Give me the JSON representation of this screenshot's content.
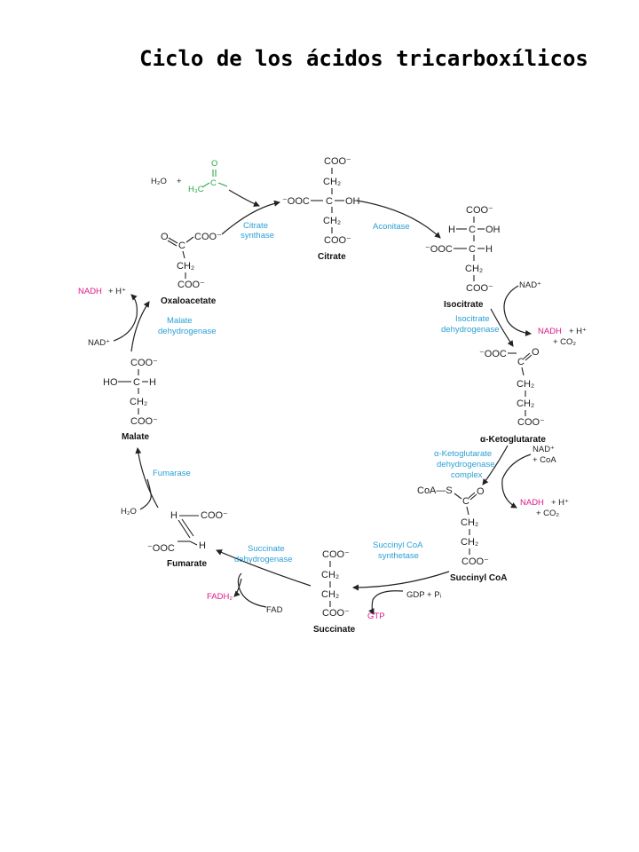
{
  "title": "Ciclo de los ácidos tricarboxílicos",
  "colors": {
    "enzyme": "#2a9fd6",
    "product": "#e0188a",
    "acetyl": "#2ea84a"
  },
  "acetyl": {
    "h2o": "H₂O",
    "plus": "+",
    "o": "O",
    "h3c": "H₃C",
    "c": "C"
  },
  "citrate": {
    "name": "Citrate",
    "top": "COO⁻",
    "ch2a": "CH₂",
    "left": "⁻OOC",
    "c": "C",
    "oh": "OH",
    "ch2b": "CH₂",
    "bottom": "COO⁻"
  },
  "isocitrate": {
    "name": "Isocitrate",
    "top": "COO⁻",
    "h": "H",
    "c1": "C",
    "oh": "OH",
    "left": "⁻OOC",
    "c2": "C",
    "h2": "H",
    "ch2": "CH₂",
    "bottom": "COO⁻"
  },
  "akg": {
    "name": "α-Ketoglutarate",
    "left": "⁻OOC",
    "c": "C",
    "o": "O",
    "ch2a": "CH₂",
    "ch2b": "CH₂",
    "bottom": "COO⁻"
  },
  "succinylcoa": {
    "name": "Succinyl CoA",
    "coa": "CoA—S",
    "c": "C",
    "o": "O",
    "ch2a": "CH₂",
    "ch2b": "CH₂",
    "bottom": "COO⁻"
  },
  "succinate": {
    "name": "Succinate",
    "top": "COO⁻",
    "ch2a": "CH₂",
    "ch2b": "CH₂",
    "bottom": "COO⁻"
  },
  "fumarate": {
    "name": "Fumarate",
    "h1": "H",
    "coo": "COO⁻",
    "ooc": "⁻OOC",
    "h2": "H"
  },
  "malate": {
    "name": "Malate",
    "top": "COO⁻",
    "ho": "HO",
    "c": "C",
    "h": "H",
    "ch2": "CH₂",
    "bottom": "COO⁻"
  },
  "oxaloacetate": {
    "name": "Oxaloacetate",
    "o": "O",
    "c": "C",
    "coo": "COO⁻",
    "ch2": "CH₂",
    "bottom": "COO⁻"
  },
  "enzymes": {
    "citrate_synthase": [
      "Citrate",
      "synthase"
    ],
    "aconitase": "Aconitase",
    "icdh": [
      "Isocitrate",
      "dehydrogenase"
    ],
    "akgdh": [
      "α-Ketoglutarate",
      "dehydrogenase",
      "complex"
    ],
    "scs": [
      "Succinyl CoA",
      "synthetase"
    ],
    "sdh": [
      "Succinate",
      "dehydrogenase"
    ],
    "fumarase": "Fumarase",
    "mdh": [
      "Malate",
      "dehydrogenase"
    ]
  },
  "cofactors": {
    "icdh_in": "NAD⁺",
    "icdh_nadh": "NADH",
    "icdh_h": "+  H⁺",
    "icdh_co2": "+  CO₂",
    "akg_nad": "NAD⁺",
    "akg_coa": "+  CoA",
    "akg_nadh": "NADH",
    "akg_h": "+  H⁺",
    "akg_co2": "+  CO₂",
    "gdp": "GDP  +  Pᵢ",
    "gtp": "GTP",
    "fad": "FAD",
    "fadh2": "FADH₂",
    "fum_h2o": "H₂O",
    "mdh_nad": "NAD⁺",
    "mdh_nadh": "NADH",
    "mdh_h": "+  H⁺"
  }
}
